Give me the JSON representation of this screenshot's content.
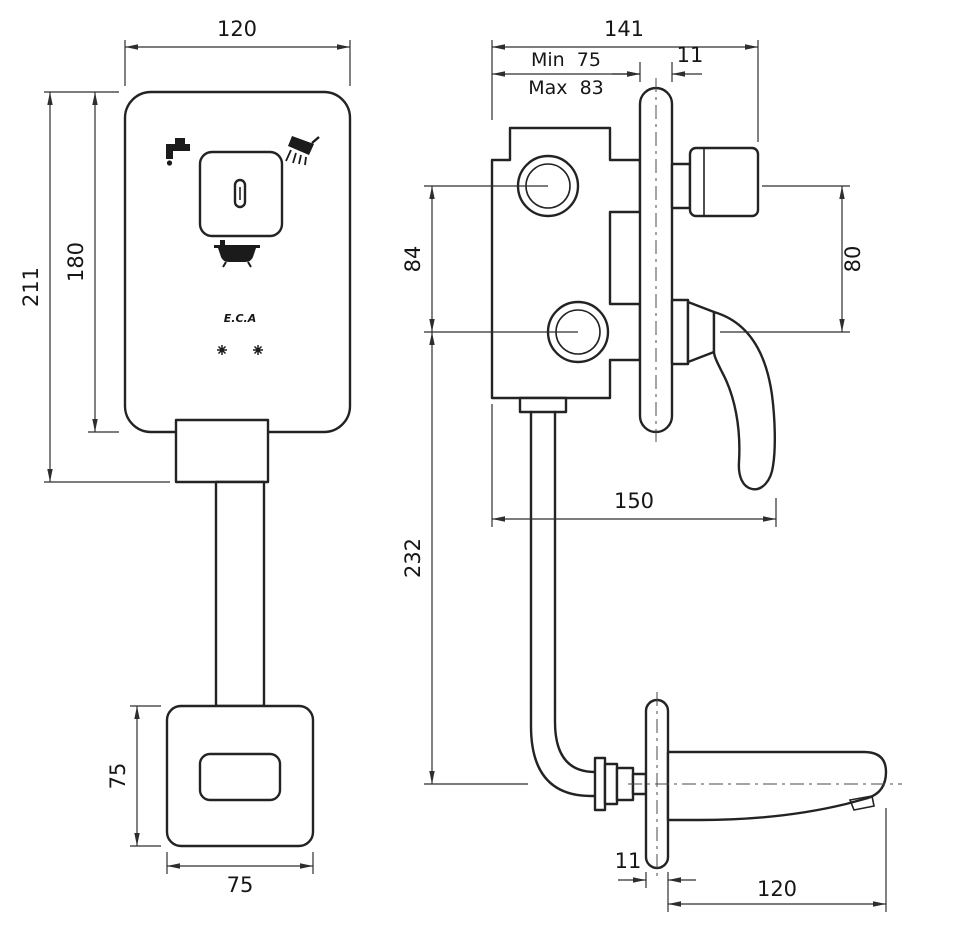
{
  "front": {
    "plate_width": "120",
    "overall_height": "211",
    "plate_height": "180",
    "box_height": "75",
    "box_width": "75",
    "logo": "E.C.A"
  },
  "side": {
    "total_depth": "141",
    "depth_min": "Min  75",
    "depth_max": "Max  83",
    "plate_thickness": "11",
    "port_spacing": "84",
    "right_spacing": "80",
    "handle_reach": "150",
    "drop_height": "232",
    "spout_plate_thickness": "11",
    "spout_length": "120"
  }
}
